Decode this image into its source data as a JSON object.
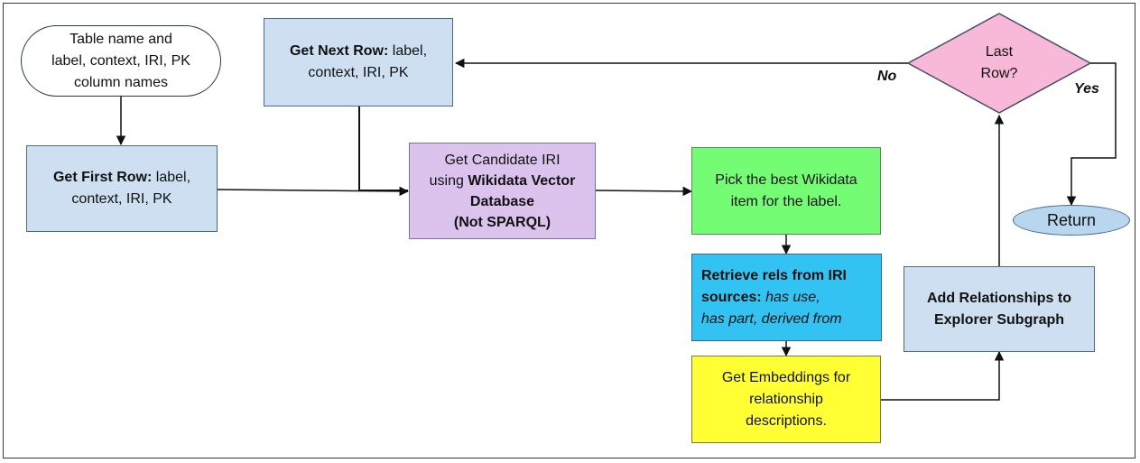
{
  "nodes": {
    "start": {
      "line1": "Table name and",
      "line2": "label, context, IRI, PK",
      "line3": "column names"
    },
    "first_row": {
      "bold": "Get First Row:",
      "rest": " label,",
      "line2": "context, IRI, PK"
    },
    "next_row": {
      "bold": "Get Next Row:",
      "rest": " label,",
      "line2": "context, IRI, PK"
    },
    "candidate": {
      "line1": "Get Candidate IRI",
      "line2_plain": "using ",
      "line2_bold": "Wikidata Vector",
      "line3": "Database",
      "line4": "(Not SPARQL)"
    },
    "pick": {
      "line1": "Pick the best Wikidata",
      "line2": "item for the label."
    },
    "retrieve": {
      "line1": "Retrieve rels from IRI",
      "line2_bold": "sources:",
      "line2_italic": " has use,",
      "line3": "has part, derived from"
    },
    "embeddings": {
      "line1": "Get Embeddings for",
      "line2": "relationship",
      "line3": "descriptions."
    },
    "add_rel": {
      "line1": "Add Relationships to",
      "line2": "Explorer Subgraph"
    },
    "decision": {
      "line1": "Last",
      "line2": "Row?"
    },
    "return": {
      "label": "Return"
    }
  },
  "edge_labels": {
    "no": "No",
    "yes": "Yes"
  },
  "colors": {
    "blue": "#cddff0",
    "lavender": "#dcc3ee",
    "green": "#74fd74",
    "cyan": "#33c3f3",
    "yellow": "#ffff33",
    "pink": "#f8b8d8",
    "return": "#b9d6ef"
  }
}
